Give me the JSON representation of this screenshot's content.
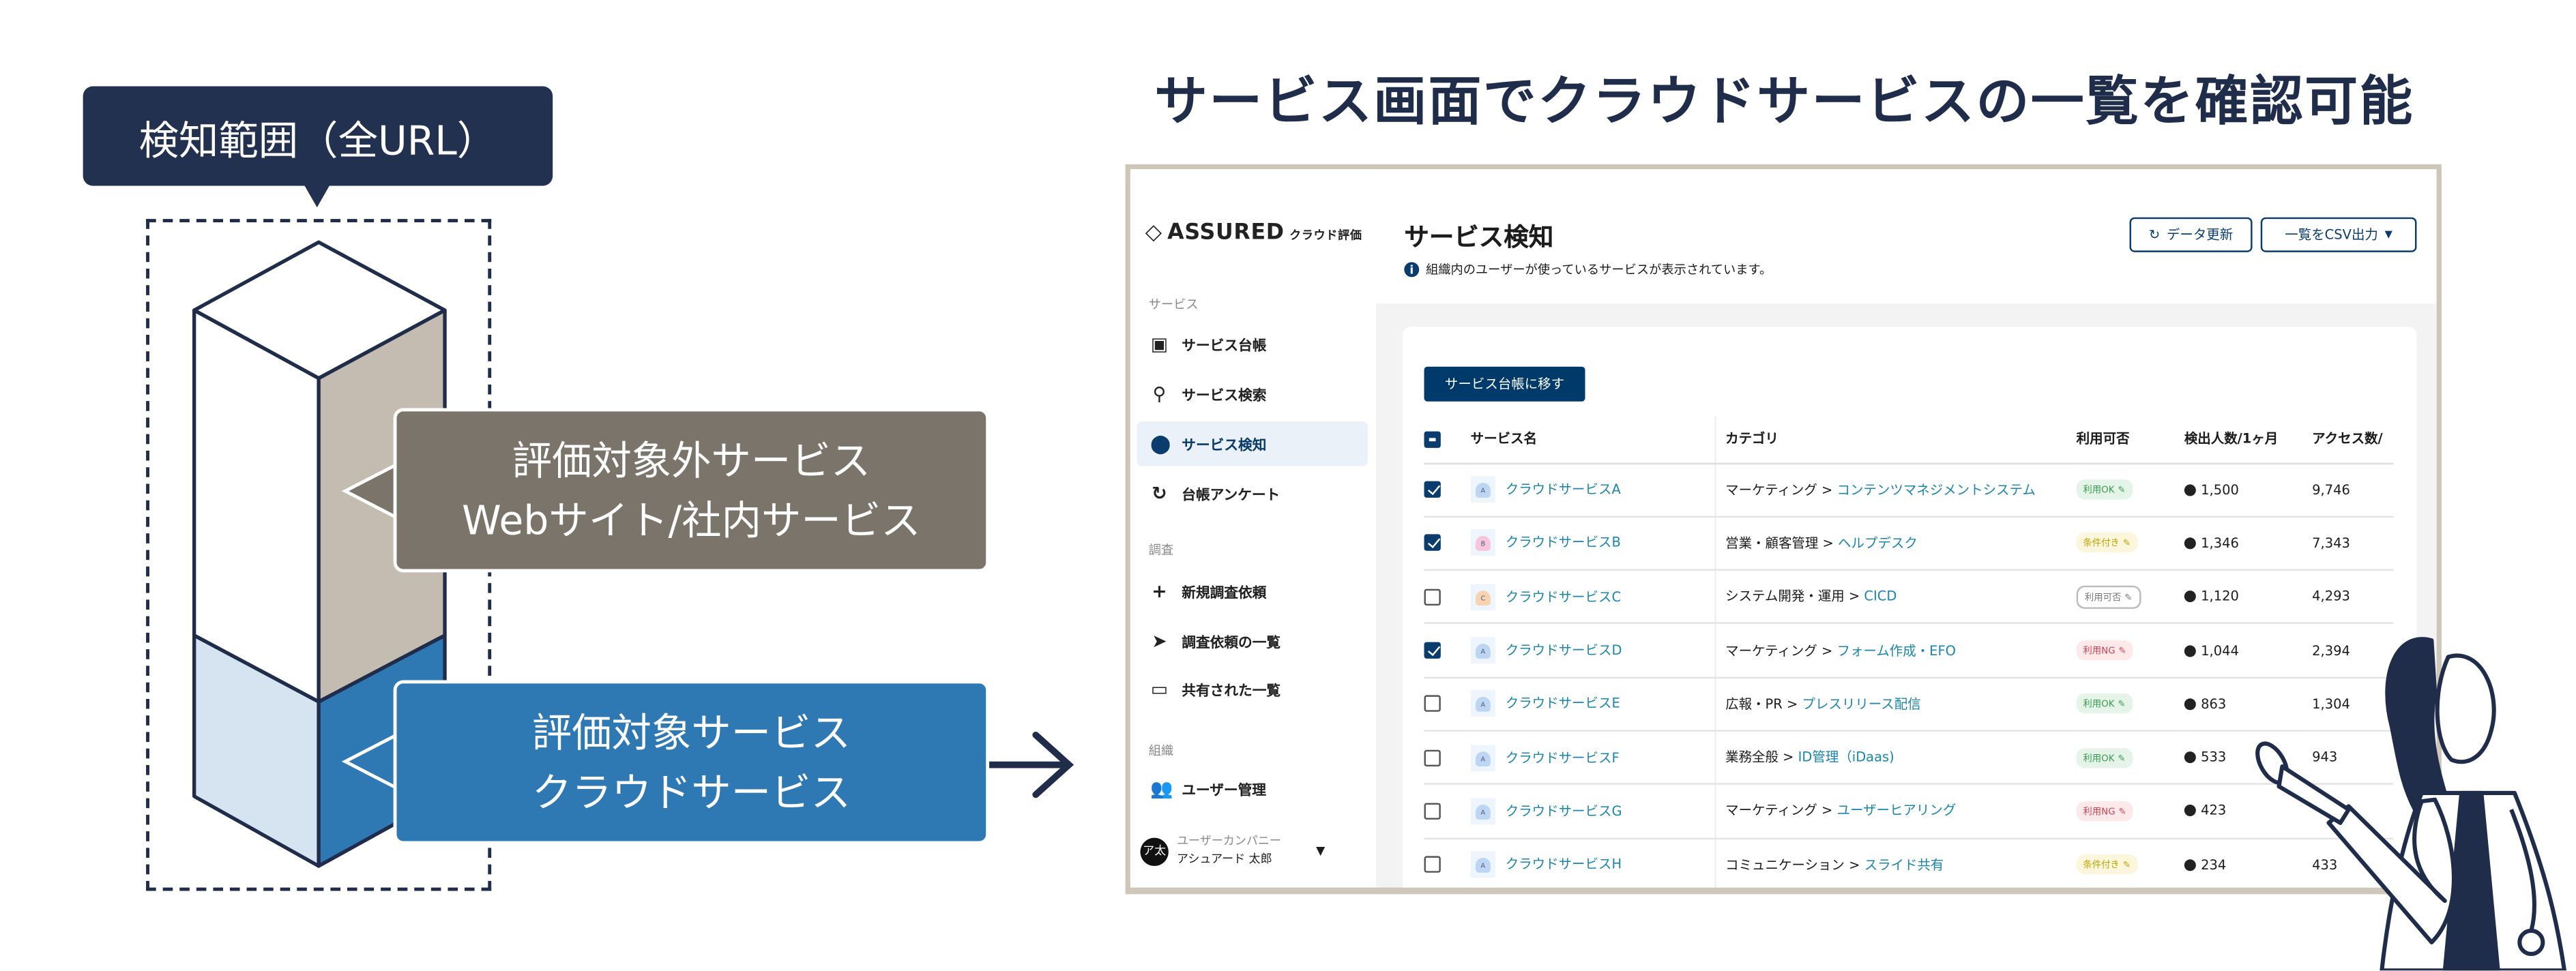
{
  "headline": "サービス画面でクラウドサービスの一覧を確認可能",
  "scope_label": "検知範囲（全URL）",
  "bubble_excluded": {
    "line1": "評価対象外サービス",
    "line2": "Webサイト/社内サービス"
  },
  "bubble_included": {
    "line1": "評価対象サービス",
    "line2": "クラウドサービス"
  },
  "app": {
    "logo": {
      "brand": "ASSURED",
      "sub": "クラウド評価"
    },
    "sidebar": {
      "sections": [
        "サービス",
        "調査",
        "組織"
      ],
      "items": [
        {
          "label": "サービス台帳",
          "icon": "ledger-icon"
        },
        {
          "label": "サービス検索",
          "icon": "search-icon"
        },
        {
          "label": "サービス検知",
          "icon": "alert-icon",
          "active": true
        },
        {
          "label": "台帳アンケート",
          "icon": "sync-icon"
        },
        {
          "label": "新規調査依頼",
          "icon": "plus-icon"
        },
        {
          "label": "調査依頼の一覧",
          "icon": "send-icon"
        },
        {
          "label": "共有された一覧",
          "icon": "inbox-icon"
        },
        {
          "label": "ユーザー管理",
          "icon": "users-icon"
        }
      ],
      "user": {
        "avatar": "ア太",
        "company": "ユーザーカンパニー",
        "name": "アシュアード 太郎"
      }
    },
    "page_title": "サービス検知",
    "info": "組織内のユーザーが使っているサービスが表示されています。",
    "refresh_button": "データ更新",
    "csv_button": "一覧をCSV出力",
    "move_button": "サービス台帳に移す",
    "columns": [
      "サービス名",
      "カテゴリ",
      "利用可否",
      "検出人数/1ヶ月",
      "アクセス数/"
    ],
    "rows": [
      {
        "checked": true,
        "letter": "A",
        "color": "#bcd6f3",
        "name": "クラウドサービスA",
        "cat": "マーケティング",
        "sub": "コンテンツマネジメントシステム",
        "status": "利用OK",
        "kind": "ok",
        "users": "1,500",
        "access": "9,746"
      },
      {
        "checked": true,
        "letter": "B",
        "color": "#f5c6dc",
        "name": "クラウドサービスB",
        "cat": "営業・顧客管理",
        "sub": "ヘルプデスク",
        "status": "条件付き",
        "kind": "cond",
        "users": "1,346",
        "access": "7,343"
      },
      {
        "checked": false,
        "letter": "C",
        "color": "#f6d4b0",
        "name": "クラウドサービスC",
        "cat": "システム開発・運用",
        "sub": "CICD",
        "status": "利用可否",
        "kind": "none",
        "users": "1,120",
        "access": "4,293"
      },
      {
        "checked": true,
        "letter": "A",
        "color": "#bcd6f3",
        "name": "クラウドサービスD",
        "cat": "マーケティング",
        "sub": "フォーム作成・EFO",
        "status": "利用NG",
        "kind": "ng",
        "users": "1,044",
        "access": "2,394"
      },
      {
        "checked": false,
        "letter": "A",
        "color": "#bcd6f3",
        "name": "クラウドサービスE",
        "cat": "広報・PR",
        "sub": "プレスリリース配信",
        "status": "利用OK",
        "kind": "ok",
        "users": "863",
        "access": "1,304"
      },
      {
        "checked": false,
        "letter": "A",
        "color": "#bcd6f3",
        "name": "クラウドサービスF",
        "cat": "業務全般",
        "sub": "ID管理（iDaas)",
        "status": "利用OK",
        "kind": "ok",
        "users": "533",
        "access": "943"
      },
      {
        "checked": false,
        "letter": "A",
        "color": "#bcd6f3",
        "name": "クラウドサービスG",
        "cat": "マーケティング",
        "sub": "ユーザーヒアリング",
        "status": "利用NG",
        "kind": "ng",
        "users": "423",
        "access": ""
      },
      {
        "checked": false,
        "letter": "A",
        "color": "#bcd6f3",
        "name": "クラウドサービスH",
        "cat": "コミュニケーション",
        "sub": "スライド共有",
        "status": "条件付き",
        "kind": "cond",
        "users": "234",
        "access": "433"
      }
    ]
  }
}
